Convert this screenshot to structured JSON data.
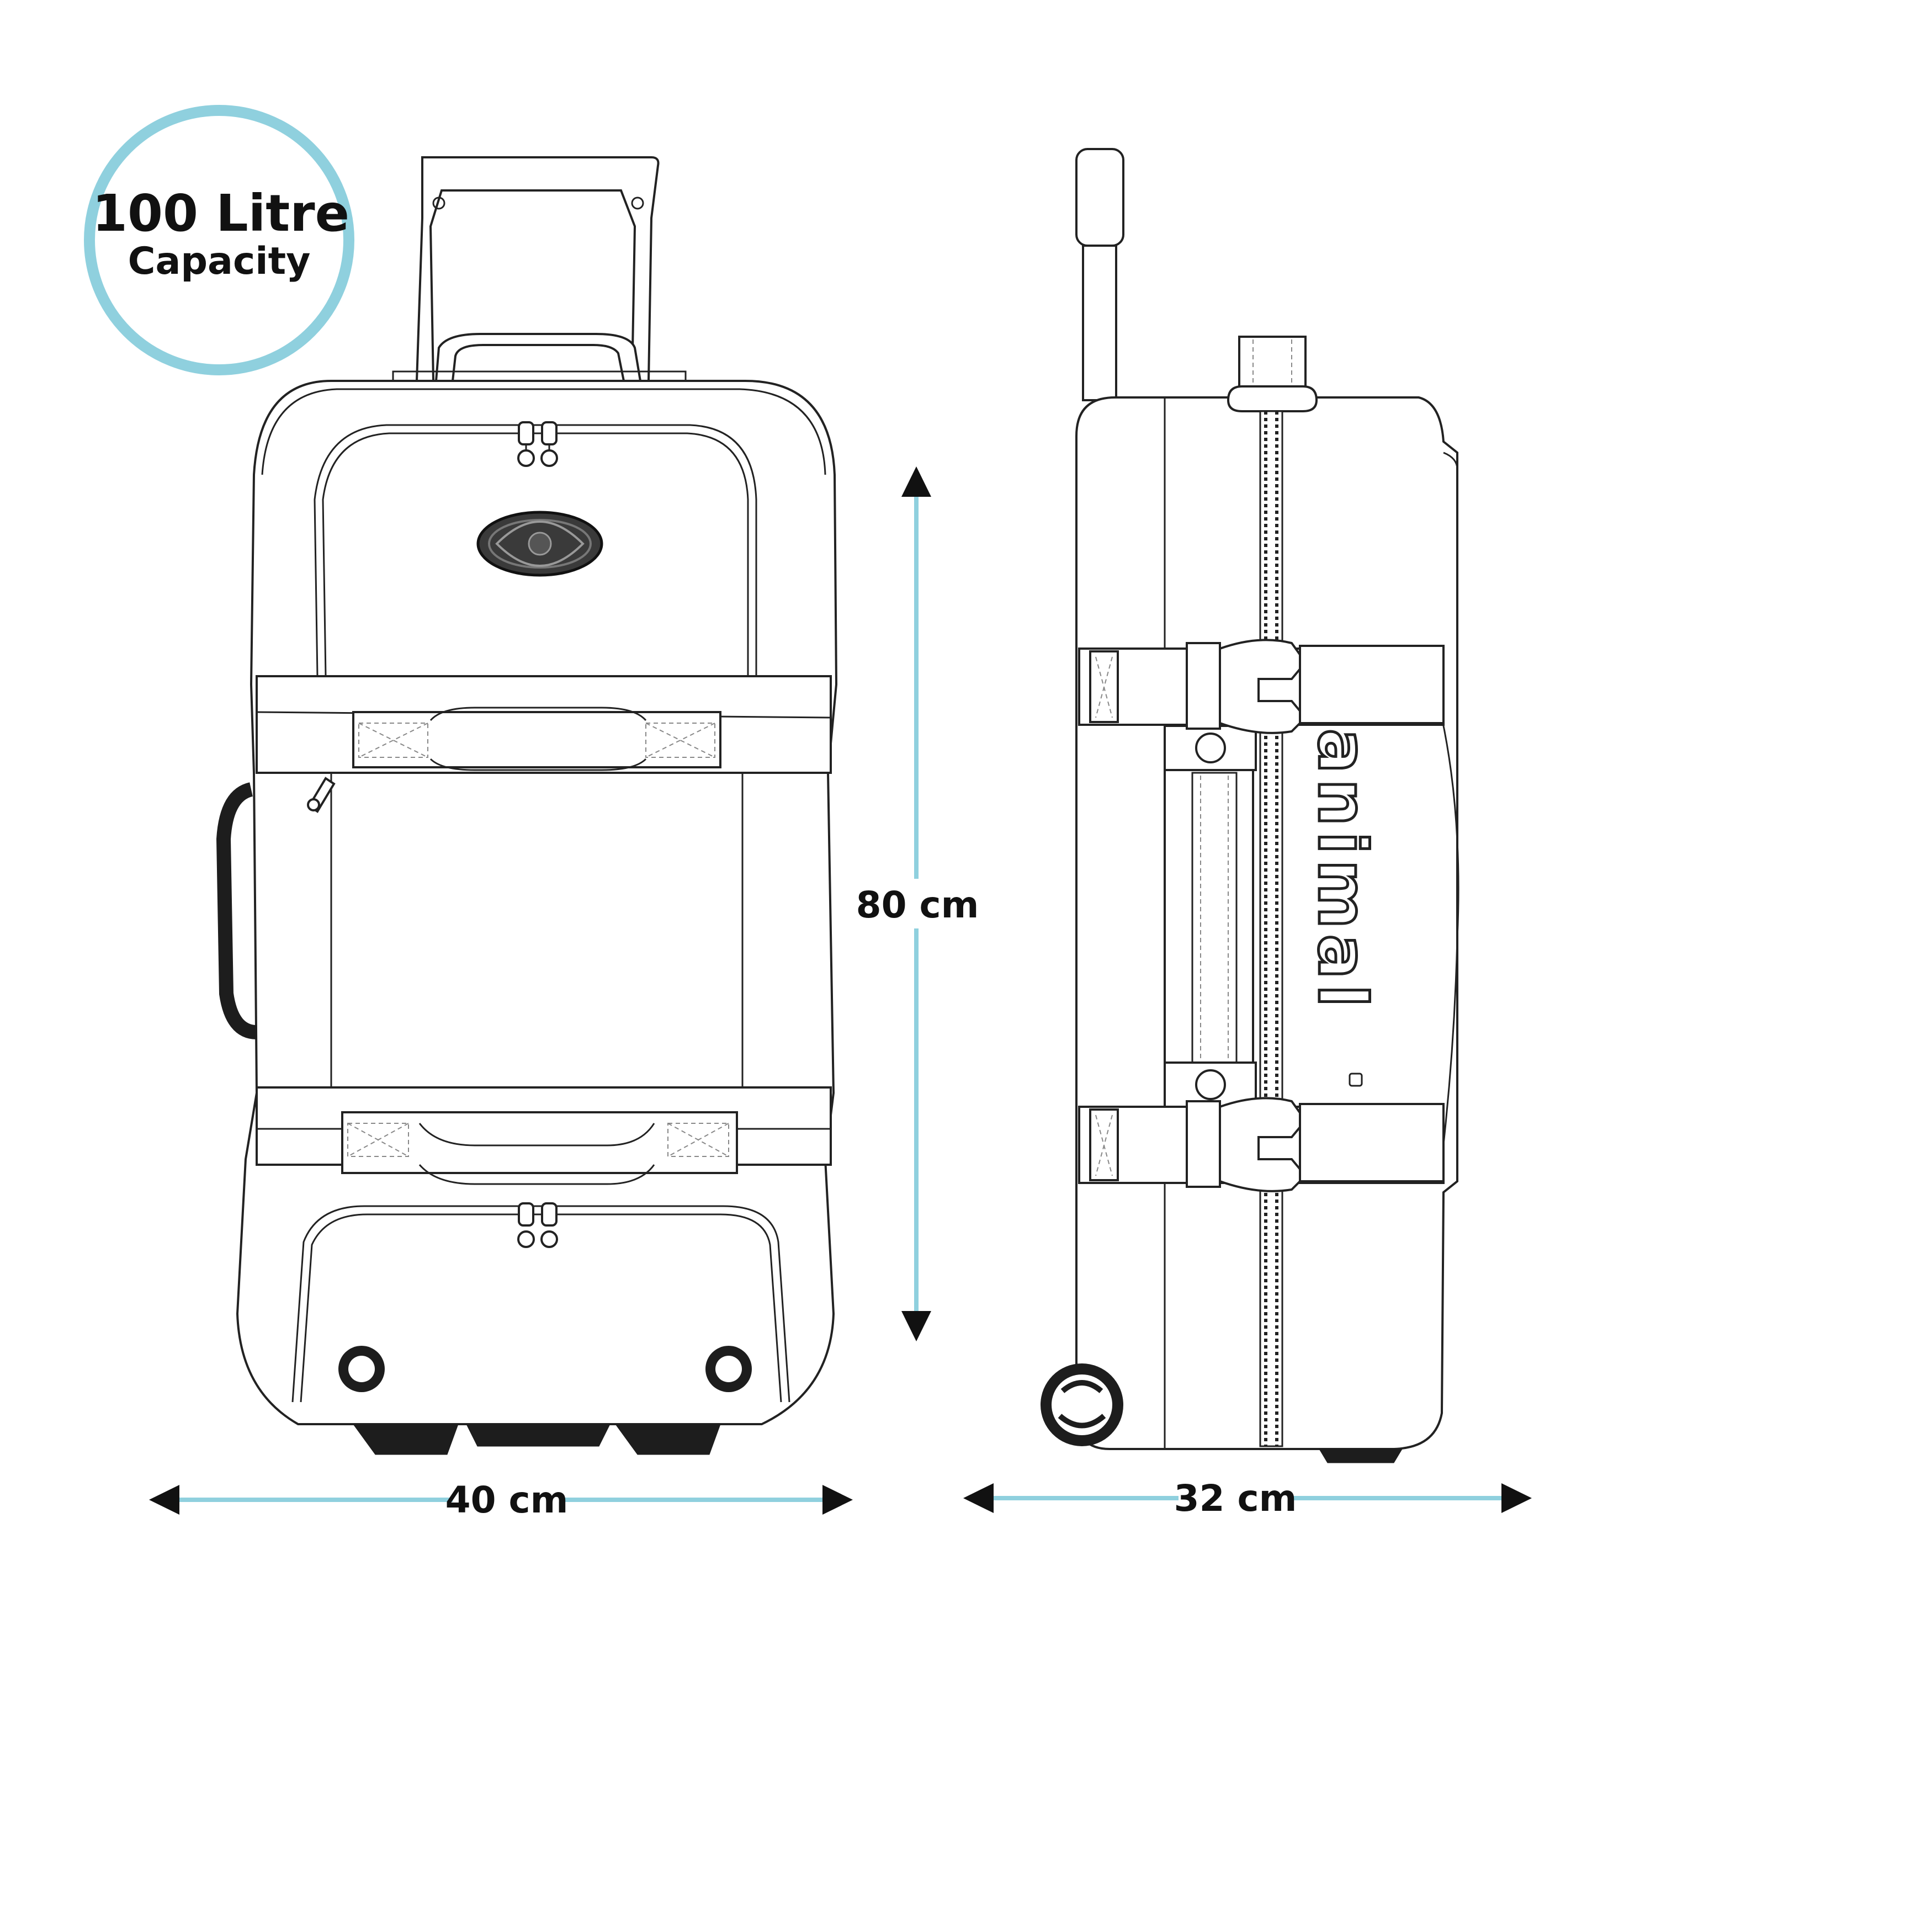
{
  "capacity": {
    "line1": "100 Litre",
    "line2": "Capacity",
    "accent": "#8fd0de"
  },
  "dimensions": {
    "height_label": "80 cm",
    "width_label": "40 cm",
    "depth_label": "32 cm",
    "arrow_color": "#8fd0de",
    "arrowhead_color": "#111111"
  },
  "brand_text": "animal"
}
